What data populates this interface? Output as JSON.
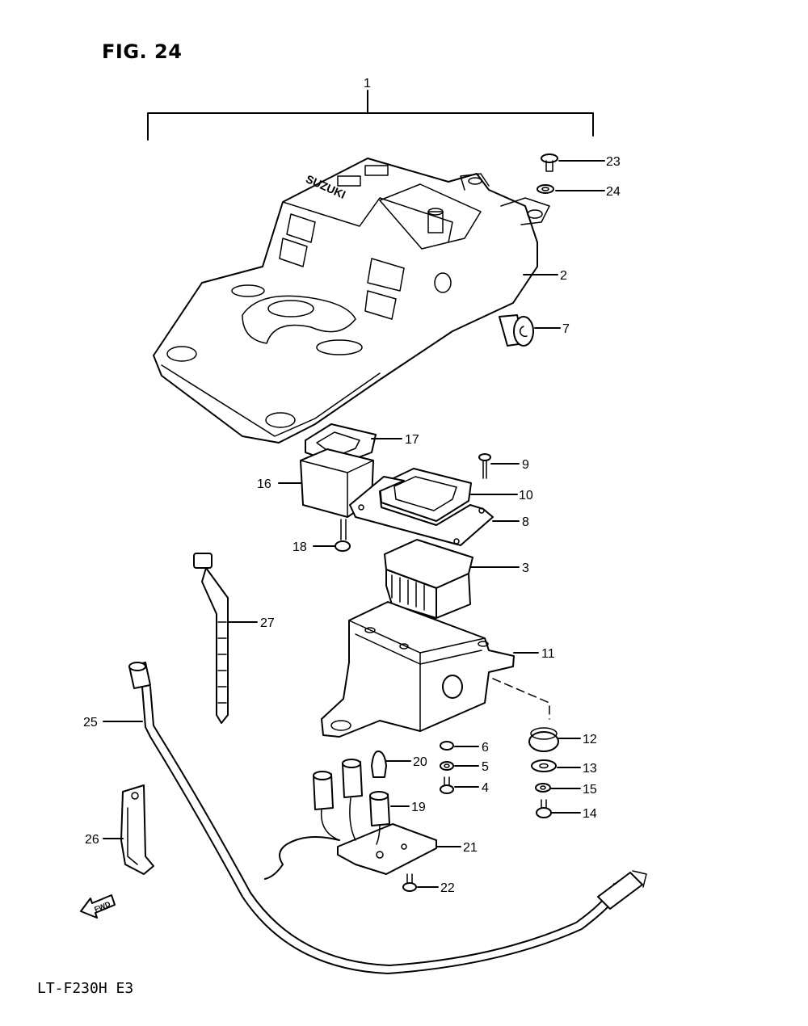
{
  "figure": {
    "title": "FIG. 24",
    "model": "LT-F230H E3"
  },
  "brand_text": "SUZUKI",
  "fwd_text": "FWD",
  "callouts": [
    {
      "id": "c1",
      "number": "1"
    },
    {
      "id": "c2",
      "number": "2"
    },
    {
      "id": "c3",
      "number": "3"
    },
    {
      "id": "c4",
      "number": "4"
    },
    {
      "id": "c5",
      "number": "5"
    },
    {
      "id": "c6",
      "number": "6"
    },
    {
      "id": "c7",
      "number": "7"
    },
    {
      "id": "c8",
      "number": "8"
    },
    {
      "id": "c9",
      "number": "9"
    },
    {
      "id": "c10",
      "number": "10"
    },
    {
      "id": "c11",
      "number": "11"
    },
    {
      "id": "c12",
      "number": "12"
    },
    {
      "id": "c13",
      "number": "13"
    },
    {
      "id": "c14",
      "number": "14"
    },
    {
      "id": "c15",
      "number": "15"
    },
    {
      "id": "c16",
      "number": "16"
    },
    {
      "id": "c17",
      "number": "17"
    },
    {
      "id": "c18",
      "number": "18"
    },
    {
      "id": "c19",
      "number": "19"
    },
    {
      "id": "c20",
      "number": "20"
    },
    {
      "id": "c21",
      "number": "21"
    },
    {
      "id": "c22",
      "number": "22"
    },
    {
      "id": "c23",
      "number": "23"
    },
    {
      "id": "c24",
      "number": "24"
    },
    {
      "id": "c25",
      "number": "25"
    },
    {
      "id": "c26",
      "number": "26"
    },
    {
      "id": "c27",
      "number": "27"
    }
  ]
}
